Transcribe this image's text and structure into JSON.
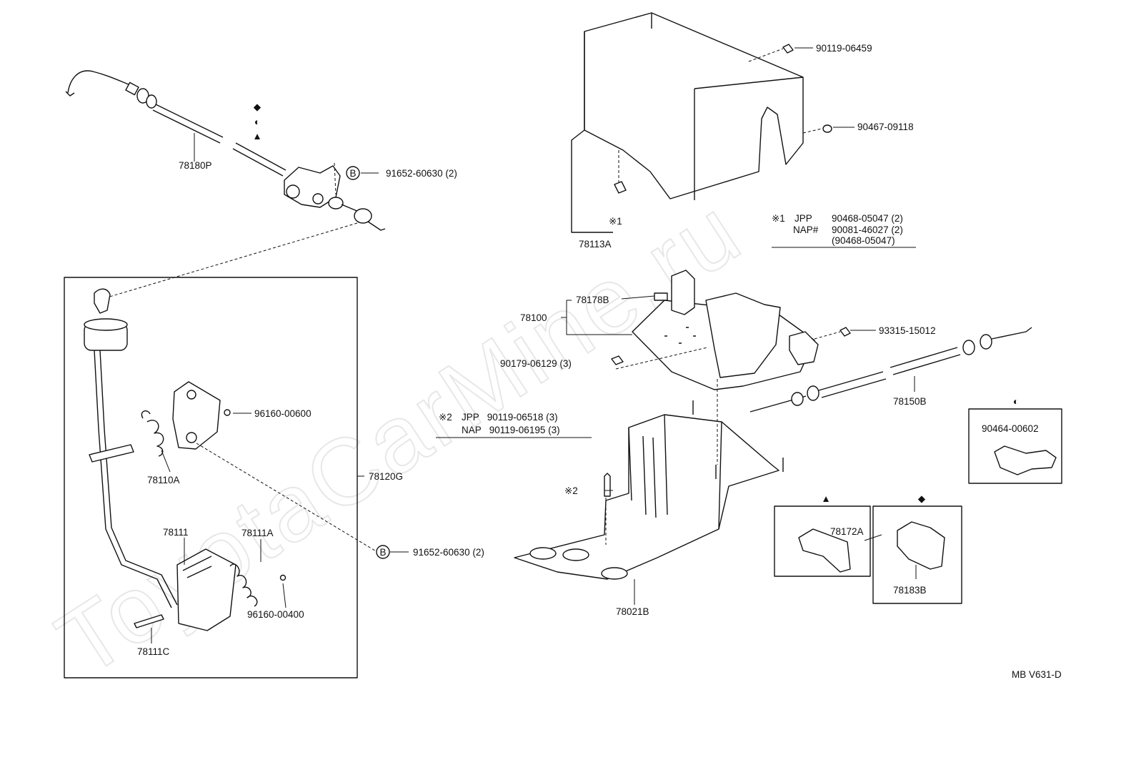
{
  "watermark": "ToyotaCarMine.ru",
  "diagram_code": "MB V631-D",
  "symbols": {
    "b_circle": "B",
    "note1": "※1",
    "note2": "※2",
    "triangle": "▲",
    "half_circle": "◐",
    "diamond": "◆"
  },
  "parts": {
    "p78180P": "78180P",
    "p91652_top": "91652-60630 (2)",
    "p90119_06459": "90119-06459",
    "p90467_09118": "90467-09118",
    "p78113A": "78113A",
    "p78178B": "78178B",
    "p78100": "78100",
    "p93315_15012": "93315-15012",
    "p90179_06129": "90179-06129 (3)",
    "p78150B": "78150B",
    "p90464_00602": "90464-00602",
    "p96160_00600": "96160-00600",
    "p78110A": "78110A",
    "p78120G": "78120G",
    "p78111": "78111",
    "p78111A": "78111A",
    "p96160_00400": "96160-00400",
    "p78111C": "78111C",
    "p91652_mid": "91652-60630 (2)",
    "p78172A": "78172A",
    "p78183B": "78183B",
    "p78021B": "78021B"
  },
  "notes": {
    "note1_jpp_label": "JPP",
    "note1_jpp_part": "90468-05047 (2)",
    "note1_nap_label": "NAP#",
    "note1_nap_part": "90081-46027 (2)",
    "note1_nap_alt": "(90468-05047)",
    "note2_jpp": "JPP   90119-06518 (3)",
    "note2_nap": "NAP   90119-06195 (3)"
  }
}
